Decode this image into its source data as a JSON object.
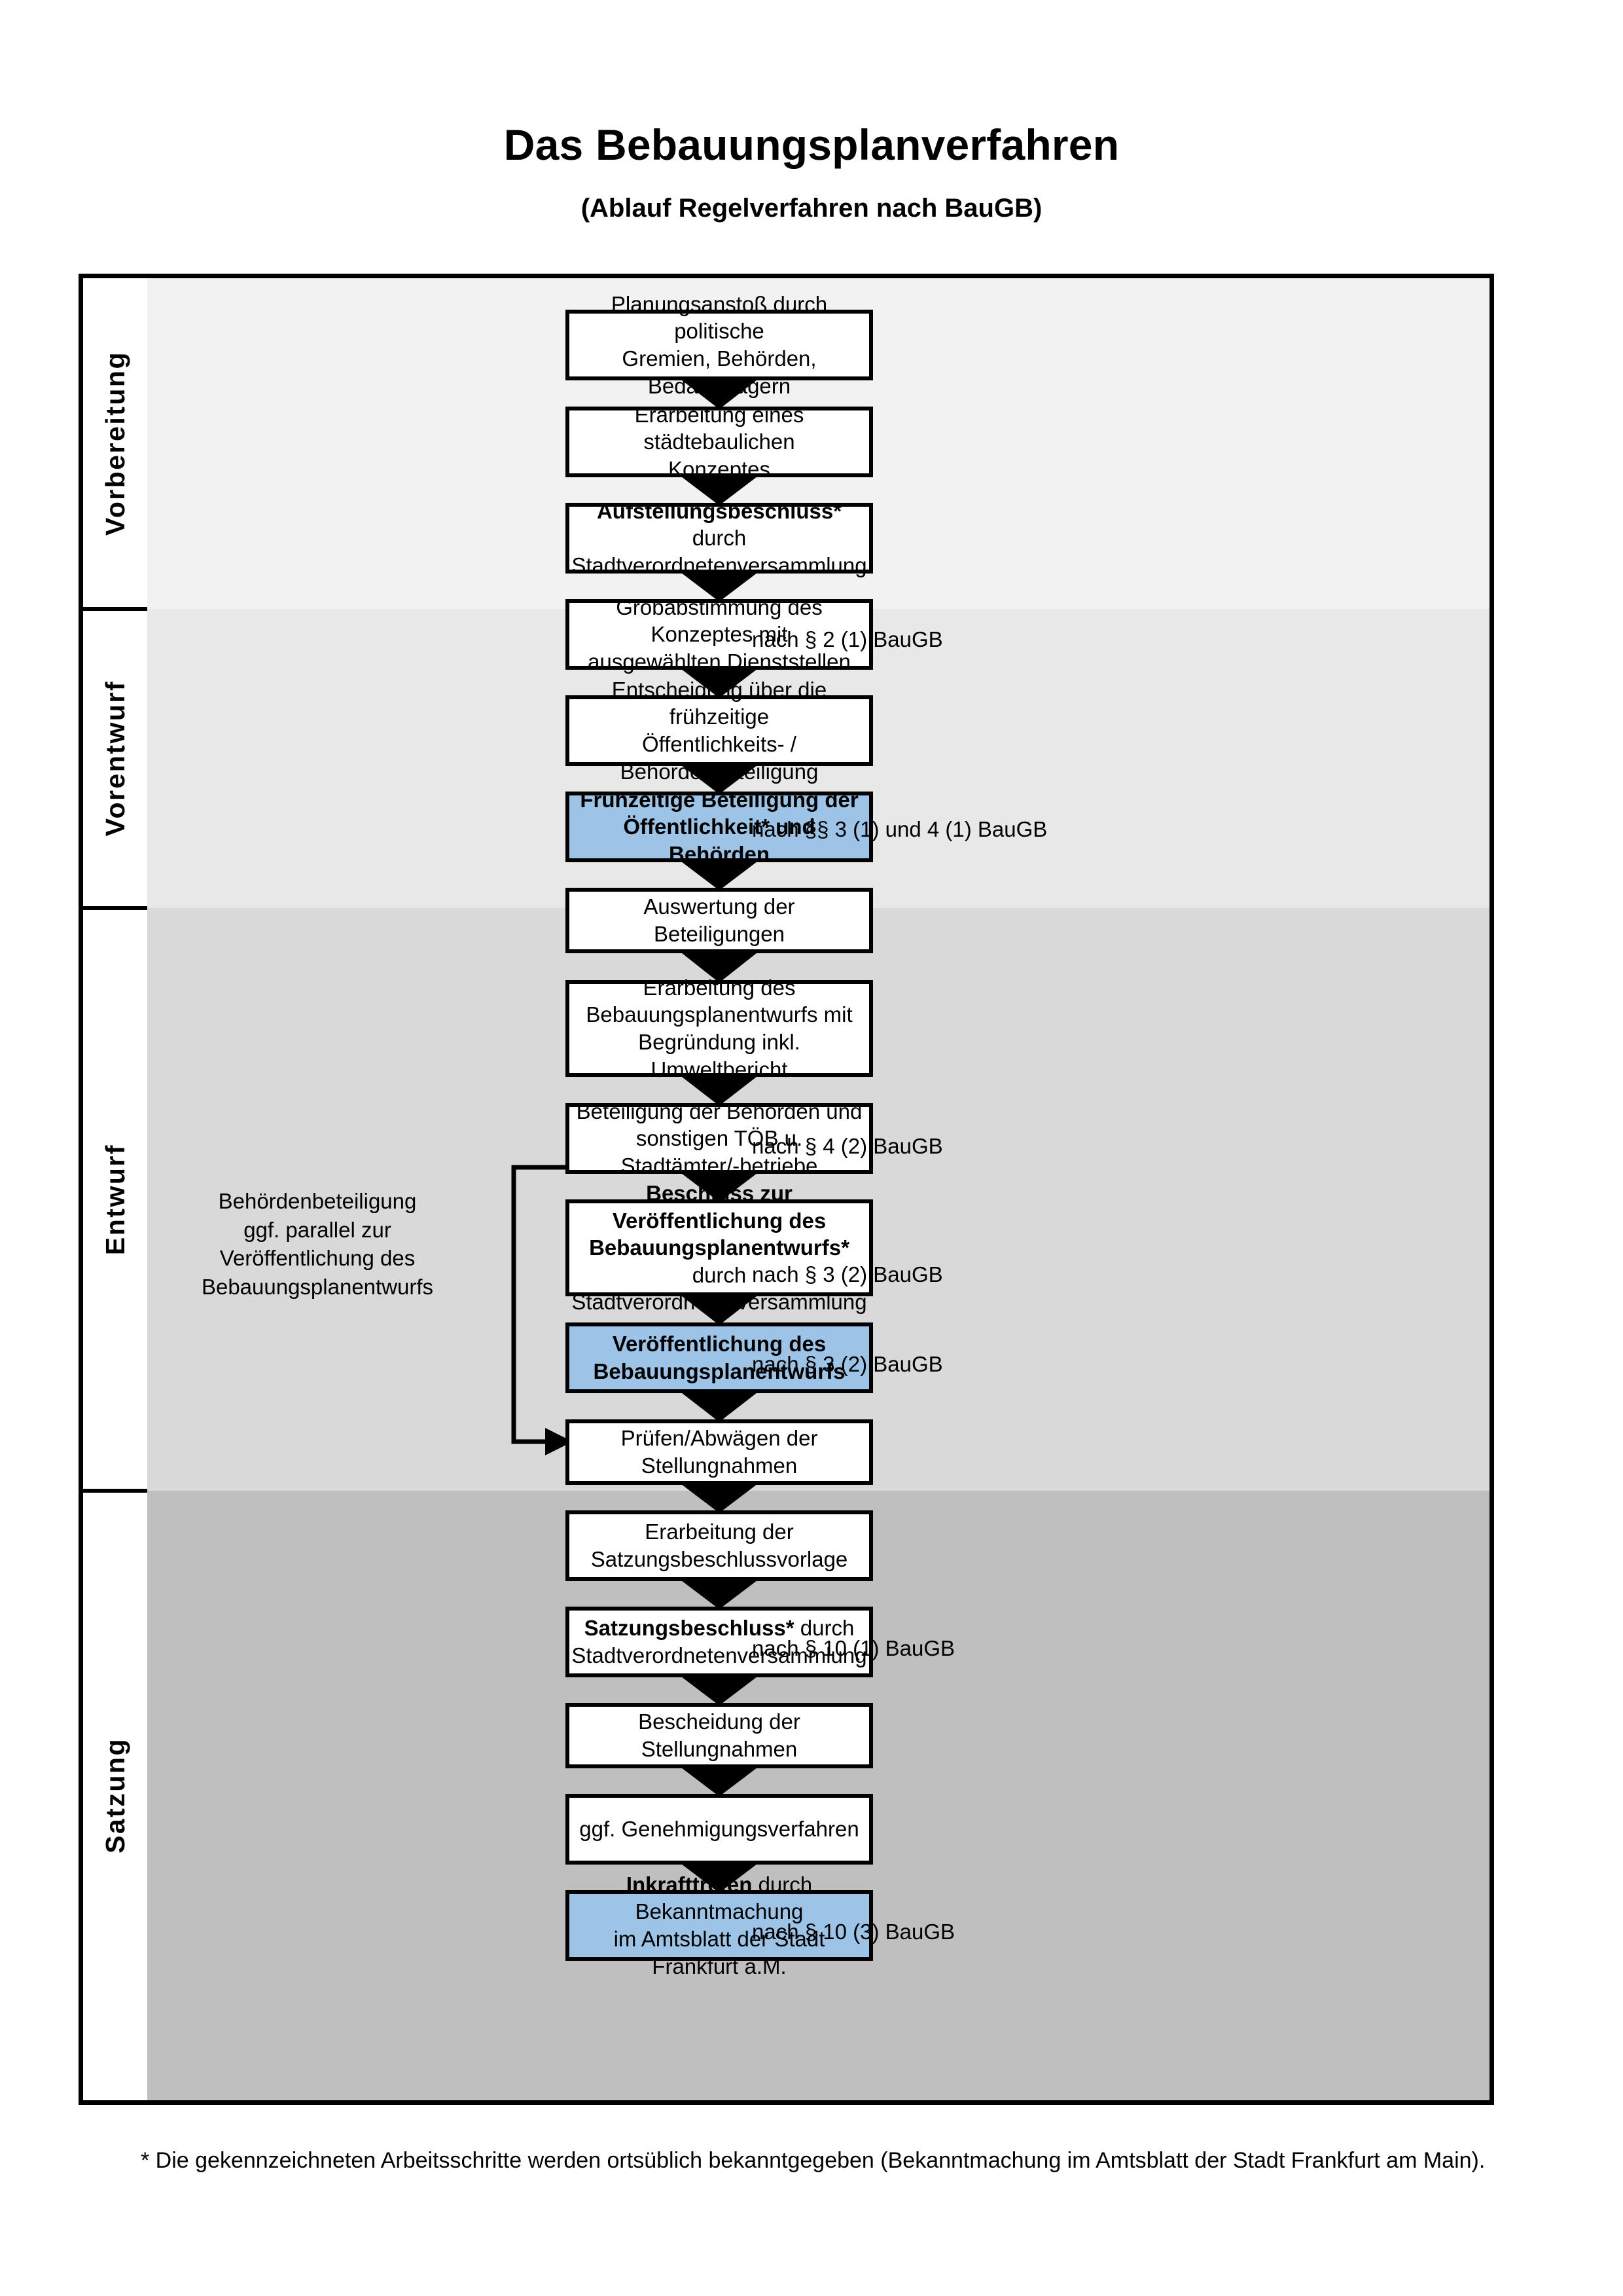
{
  "title": {
    "main": "Das Bebauungsplanverfahren",
    "subtitle": "(Ablauf Regelverfahren nach BauGB)"
  },
  "colors": {
    "highlight_box": "#9dc3e6",
    "band_vorbereitung": "#f2f2f2",
    "band_vorentwurf": "#e8e8e8",
    "band_entwurf": "#d9d9d9",
    "band_satzung": "#bfbfbf",
    "line": "#000000"
  },
  "phases": [
    {
      "id": "vorbereitung",
      "label": "Vorbereitung"
    },
    {
      "id": "vorentwurf",
      "label": "Vorentwurf"
    },
    {
      "id": "entwurf",
      "label": "Entwurf"
    },
    {
      "id": "satzung",
      "label": "Satzung"
    }
  ],
  "steps": [
    {
      "id": "planungsanstoss",
      "phase": "vorbereitung",
      "highlight": false,
      "lines": [
        {
          "text": "Planungsanstoß durch politische",
          "bold": false
        },
        {
          "text": "Gremien, Behörden, Bedarfsträgern",
          "bold": false
        }
      ]
    },
    {
      "id": "konzept",
      "phase": "vorbereitung",
      "highlight": false,
      "lines": [
        {
          "text": "Erarbeitung eines städtebaulichen",
          "bold": false
        },
        {
          "text": "Konzeptes",
          "bold": false
        }
      ]
    },
    {
      "id": "aufstellungsbeschluss",
      "phase": "vorbereitung",
      "highlight": false,
      "lines": [
        {
          "text": "Aufstellungsbeschluss* durch",
          "bold": true,
          "bold_prefix": "Aufstellungsbeschluss*",
          "rest": " durch"
        },
        {
          "text": "Stadtverordnetenversammlung",
          "bold": false
        }
      ]
    },
    {
      "id": "grobabstimmung",
      "phase": "vorentwurf",
      "highlight": false,
      "lines": [
        {
          "text": "Grobabstimmung des Konzeptes mit",
          "bold": false
        },
        {
          "text": "ausgewählten Dienststellen",
          "bold": false
        }
      ]
    },
    {
      "id": "entscheidung-fruehzeitig",
      "phase": "vorentwurf",
      "highlight": false,
      "lines": [
        {
          "text": "Entscheidung über die frühzeitige",
          "bold": false
        },
        {
          "text": "Öffentlichkeits- / Behördenbeteiligung",
          "bold": false
        }
      ]
    },
    {
      "id": "fruehzeitige-beteiligung",
      "phase": "vorentwurf",
      "highlight": true,
      "lines": [
        {
          "text": "Frühzeitige Beteiligung der",
          "bold": true
        },
        {
          "text": "Öffentlichkeit* und Behörden",
          "bold": true
        }
      ]
    },
    {
      "id": "auswertung",
      "phase": "entwurf",
      "highlight": false,
      "lines": [
        {
          "text": "Auswertung der Beteiligungen",
          "bold": false
        }
      ]
    },
    {
      "id": "erarbeitung-entwurf",
      "phase": "entwurf",
      "highlight": false,
      "lines": [
        {
          "text": "Erarbeitung des",
          "bold": false
        },
        {
          "text": "Bebauungsplanentwurfs mit",
          "bold": false
        },
        {
          "text": "Begründung inkl. Umweltbericht",
          "bold": false
        }
      ]
    },
    {
      "id": "beteiligung-behoerden",
      "phase": "entwurf",
      "highlight": false,
      "lines": [
        {
          "text": "Beteiligung der Behörden und",
          "bold": false
        },
        {
          "text": "sonstigen TÖB u. Stadtämter/-betriebe",
          "bold": false
        }
      ]
    },
    {
      "id": "beschluss-veroeffentlichung",
      "phase": "entwurf",
      "highlight": false,
      "lines": [
        {
          "text": "Beschluss zur Veröffentlichung des",
          "bold": true
        },
        {
          "text": "Bebauungsplanentwurfs* durch",
          "bold": true,
          "bold_prefix": "Bebauungsplanentwurfs*",
          "rest": " durch"
        },
        {
          "text": "Stadtverordnetenversammlung",
          "bold": false
        }
      ]
    },
    {
      "id": "veroeffentlichung",
      "phase": "entwurf",
      "highlight": true,
      "lines": [
        {
          "text": "Veröffentlichung des",
          "bold": true
        },
        {
          "text": "Bebauungsplanentwurfs",
          "bold": true
        }
      ]
    },
    {
      "id": "pruefen-abwaegen",
      "phase": "satzung",
      "highlight": false,
      "lines": [
        {
          "text": "Prüfen/Abwägen der Stellungnahmen",
          "bold": false
        }
      ]
    },
    {
      "id": "satzungsbeschlussvorlage",
      "phase": "satzung",
      "highlight": false,
      "lines": [
        {
          "text": "Erarbeitung der",
          "bold": false
        },
        {
          "text": "Satzungsbeschlussvorlage",
          "bold": false
        }
      ]
    },
    {
      "id": "satzungsbeschluss",
      "phase": "satzung",
      "highlight": false,
      "lines": [
        {
          "text": "Satzungsbeschluss* durch",
          "bold": true,
          "bold_prefix": "Satzungsbeschluss*",
          "rest": " durch"
        },
        {
          "text": "Stadtverordnetenversammlung",
          "bold": false
        }
      ]
    },
    {
      "id": "bescheidung",
      "phase": "satzung",
      "highlight": false,
      "lines": [
        {
          "text": "Bescheidung der Stellungnahmen",
          "bold": false
        }
      ]
    },
    {
      "id": "genehmigungsverfahren",
      "phase": "satzung",
      "highlight": false,
      "lines": [
        {
          "text": "ggf. Genehmigungsverfahren",
          "bold": false
        }
      ]
    },
    {
      "id": "inkrafttreten",
      "phase": "satzung",
      "highlight": true,
      "lines": [
        {
          "text": "Inkrafttreten durch Bekanntmachung",
          "bold": true,
          "bold_prefix": "Inkrafttreten",
          "rest": " durch Bekanntmachung"
        },
        {
          "text": "im Amtsblatt der Stadt Frankfurt a.M.",
          "bold": false
        }
      ]
    }
  ],
  "notes": [
    {
      "id": "note-par2",
      "text": "nach § 2 (1) BauGB",
      "for_step": "aufstellungsbeschluss"
    },
    {
      "id": "note-par3-4-1",
      "text": "nach §§ 3 (1) und 4 (1) BauGB",
      "for_step": "fruehzeitige-beteiligung"
    },
    {
      "id": "note-par4-2",
      "text": "nach § 4 (2) BauGB",
      "for_step": "beteiligung-behoerden"
    },
    {
      "id": "note-par3-2-a",
      "text": "nach § 3 (2) BauGB",
      "for_step": "beschluss-veroeffentlichung"
    },
    {
      "id": "note-par3-2-b",
      "text": "nach § 3 (2) BauGB",
      "for_step": "veroeffentlichung"
    },
    {
      "id": "note-par10-1",
      "text": "nach § 10 (1) BauGB",
      "for_step": "satzungsbeschluss"
    },
    {
      "id": "note-par10-3",
      "text": "nach § 10 (3) BauGB",
      "for_step": "inkrafttreten"
    }
  ],
  "parallel_note": {
    "lines": [
      "Behördenbeteiligung",
      "ggf. parallel zur",
      "Veröffentlichung des",
      "Bebauungsplanentwurfs"
    ]
  },
  "footnote": {
    "text": "* Die gekennzeichneten Arbeitsschritte werden ortsüblich bekanntgegeben (Bekanntmachung im Amtsblatt  der Stadt Frankfurt am Main)."
  }
}
